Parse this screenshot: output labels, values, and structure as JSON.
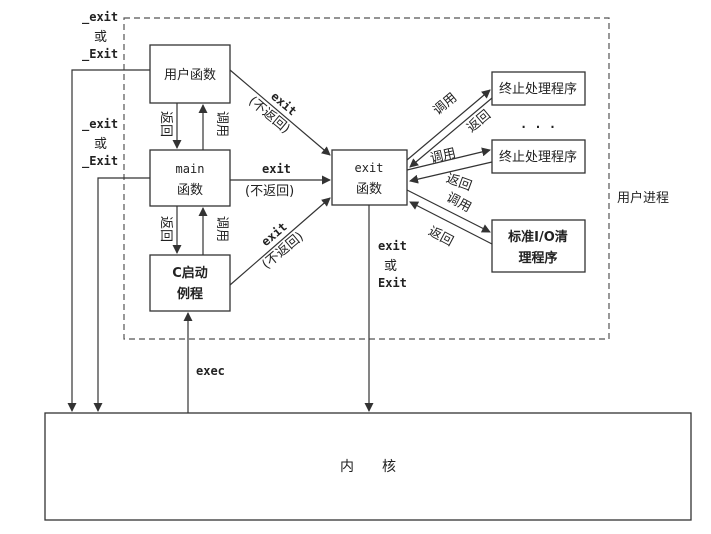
{
  "nodes": {
    "user_func": "用户函数",
    "main_line1": "main",
    "main_line2": "函数",
    "cstart_line1": "C启动",
    "cstart_line2": "例程",
    "exit_line1": "exit",
    "exit_line2": "函数",
    "handler1": "终止处理程序",
    "handler2": "终止处理程序",
    "stdio_line1": "标准I/O清",
    "stdio_line2": "理程序",
    "kernel": "内　　核"
  },
  "region_label": "用户进程",
  "ellipsis": ". . .",
  "labels": {
    "exit_kw": "exit",
    "no_return": "(不返回)",
    "call": "调用",
    "ret": "返回",
    "exec": "exec",
    "_exit": "_exit",
    "or": "或",
    "_Exit": "_Exit",
    "Exit": "Exit"
  }
}
